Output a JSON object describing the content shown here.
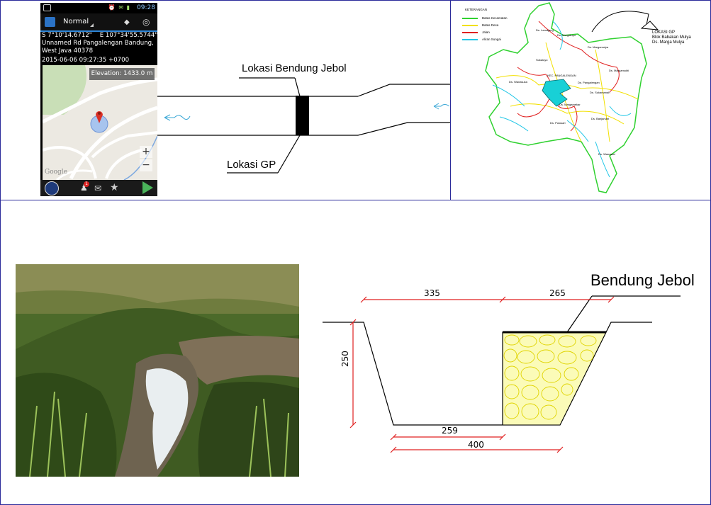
{
  "phone": {
    "status_time": "09:28",
    "mode": "Normal",
    "lat": "S 7°10'14.6712\"",
    "lon": "E 107°34'55.5744\"",
    "address_1": "Unnamed Rd Pangalengan Bandung,",
    "address_2": "West Java 40378",
    "timestamp": "2015-06-06  09:27:35 +0700",
    "elevation": "Elevation:  1433.0 m",
    "map_brand": "Google",
    "zoom_in": "+",
    "zoom_out": "−",
    "badge_count": "1",
    "icons": [
      "notification-icon",
      "app-icon",
      "navigation-icon",
      "locate-icon",
      "location-pin-icon",
      "compass-icon",
      "person-icon",
      "mail-icon",
      "star-icon",
      "play-store-icon"
    ]
  },
  "schematic": {
    "label_bendung": "Lokasi Bendung Jebol",
    "label_gp": "Lokasi GP"
  },
  "map_panel": {
    "legend_title": "KETERANGAN",
    "legend": [
      {
        "label": "Batas Kecamatan",
        "color": "#2fd12f"
      },
      {
        "label": "Batas Desa",
        "color": "#f2e000"
      },
      {
        "label": "Jalan",
        "color": "#e02020"
      },
      {
        "label": "Aliran Sungai",
        "color": "#21c6e6"
      }
    ],
    "gp_note_1": "LOKASI GP",
    "gp_note_2": "Blok Babakan Mulya",
    "gp_note_3": "Ds. Marga Mulya",
    "villages": [
      "Ds. Lamajang",
      "Ds. Margamukti",
      "Ds. Margamulya",
      "Ds. Margaluyu",
      "KEC. PANGALENGAN",
      "Ds. Pangalengan",
      "Ds. Sukamanah",
      "Ds. Wanasuka",
      "Ds. Banjarsari",
      "Ds. Margamekar",
      "Ds. Pulosari",
      "Ds. Wanasari",
      "Sukaluyu"
    ]
  },
  "cross_section": {
    "title": "Bendung Jebol",
    "dim_top_left": "335",
    "dim_top_right": "265",
    "dim_bottom_inner": "259",
    "dim_bottom_total": "400",
    "dim_height": "250"
  }
}
